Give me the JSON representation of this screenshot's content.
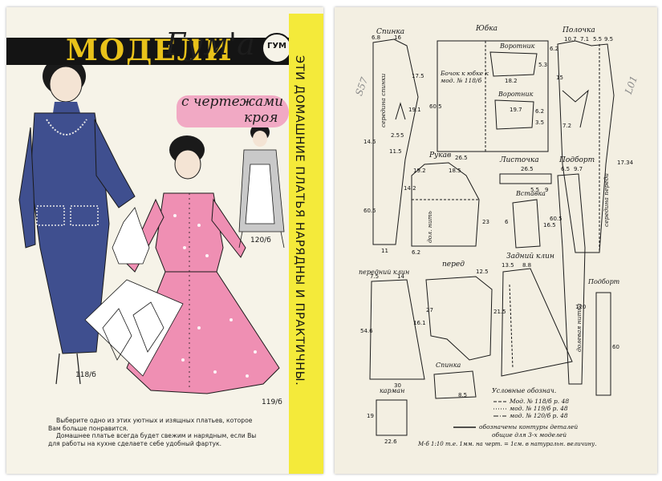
{
  "left_page": {
    "title": "МОДЕЛИ",
    "script_title": "Гум'а",
    "subtitle_line1": "с чертежами",
    "subtitle_line2": "кроя",
    "logo_text": "ГУМ",
    "vertical_text": "ЭТИ ДОМАШНИЕ ПЛАТЬЯ НАРЯДНЫ И ПРАКТИЧНЫ.",
    "model_labels": [
      "120/б",
      "118/б",
      "119/б"
    ],
    "caption_lines": [
      "Выберите одно из этих уютных и изящных платьев, которое Вам больше понравится.",
      "Домашнее платье всегда будет свежим и нарядным, если Вы для работы на кухне сделаете себе удобный фартук."
    ],
    "colors": {
      "banner": "#141414",
      "title": "#e9c21a",
      "strip": "#f4ea3a",
      "pink_dress": "#ef8fb3",
      "blue_dress": "#3f4f8f"
    }
  },
  "right_page": {
    "section_labels": {
      "spinka": "Спинка",
      "yubka": "Юбка",
      "polochka": "Полочка",
      "vorotnik1": "Воротник",
      "vorotnik2": "Воротник",
      "bochok": "Бочок к юбке к мод. № 118/б",
      "rukav": "Рукав",
      "listochka": "Листочка",
      "podbort1": "Подборт",
      "vstavka": "Вставка",
      "zadniy_klin": "Задний клин",
      "pered": "перед",
      "peredniy_klin": "передний клин",
      "spinka2": "Спинка",
      "karman": "карман",
      "podbort2": "Подборт"
    },
    "vertical_labels": {
      "seredina_spinki": "середина спинки",
      "dol_nit": "дол. нить",
      "seredina_pereda": "середина переда",
      "dolevaya_nitka": "долевая нитка"
    },
    "numbers": {
      "spinka_top": [
        "6.8",
        "16"
      ],
      "spinka_side": [
        "17.5",
        "19.1",
        "14.5",
        "60.5",
        "2.5",
        "5",
        "11.5",
        "11"
      ],
      "yubka": [
        "60.5",
        "26.5",
        "6.2"
      ],
      "vorotnik": [
        "18.2",
        "5.3",
        "19.7",
        "6.2",
        "3.5"
      ],
      "polochka_top": [
        "10.7",
        "7.1",
        "5.5",
        "9.5"
      ],
      "polochka_side": [
        "15",
        "7.2",
        "17.34"
      ],
      "rukav": [
        "19.2",
        "18.5",
        "14.2",
        "23",
        "6.2"
      ],
      "listochka": [
        "26.5",
        "5.5",
        "9"
      ],
      "vstavka": [
        "6",
        "16.5"
      ],
      "podbort": [
        "6.5",
        "9.7",
        "60.5",
        "120",
        "60"
      ],
      "klin": [
        "7.5",
        "14",
        "54.6",
        "30",
        "16.1",
        "12.5",
        "13.5",
        "8.8",
        "27",
        "21.5"
      ],
      "karman": [
        "19",
        "22.6",
        "8.5"
      ]
    },
    "legend_title": "Условные обознач.",
    "legend_items": [
      "Мод. № 118/б р. 48",
      "мод. № 119/б р. 48",
      "мод. № 120/б р. 48"
    ],
    "footer_line1": "обозначены контуры деталей",
    "footer_line2": "общие для 3-х моделей",
    "footer_line3": "М-б 1:10 т.е. 1мм. на черт. = 1см. в натуральн. величину.",
    "handwritten_marks": [
      "S57",
      "L01"
    ]
  }
}
